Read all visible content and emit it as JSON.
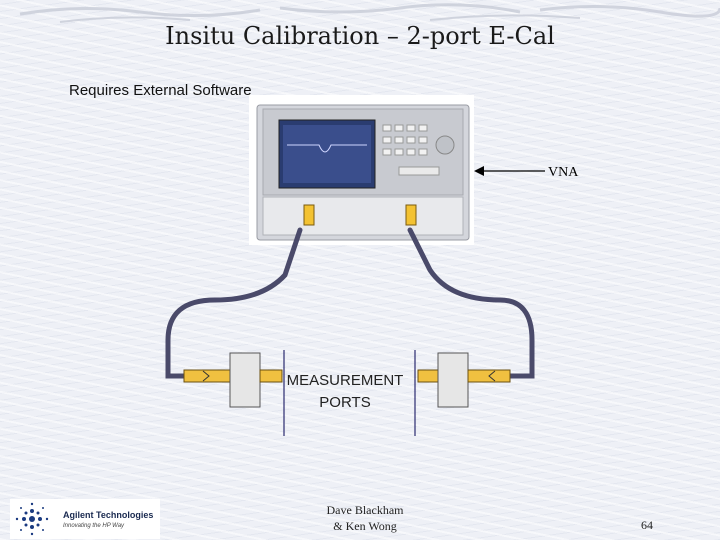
{
  "slide": {
    "title": "Insitu Calibration – 2-port E-Cal",
    "subtitle": "Requires External Software",
    "vna_label": "VNA",
    "ports_label_line1": "MEASUREMENT",
    "ports_label_line2": "PORTS",
    "footer_author_line1": "Dave Blackham",
    "footer_author_line2": "& Ken Wong",
    "page_number": "64"
  },
  "logo": {
    "name": "Agilent Technologies",
    "tagline": "Innovating the HP Way"
  },
  "colors": {
    "background": "#eef0f6",
    "cable": "#4a4a6a",
    "connector": "#f0c040",
    "port_block": "#e6e6e6",
    "accent": "#1a3a80"
  }
}
